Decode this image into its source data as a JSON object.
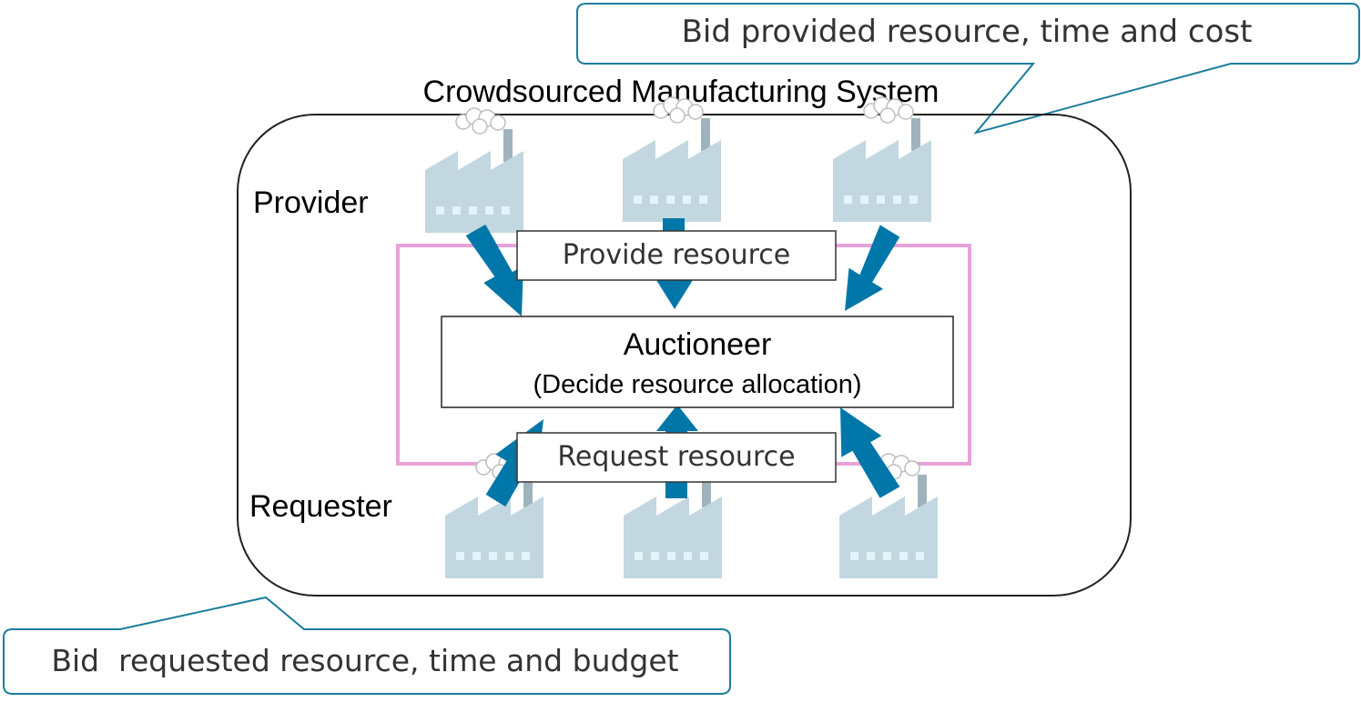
{
  "diagram": {
    "system_title": "Crowdsourced Manufacturing System",
    "provider_label": "Provider",
    "requester_label": "Requester",
    "provide_box_label": "Provide resource",
    "request_box_label": "Request resource",
    "auctioneer": {
      "title": "Auctioneer",
      "subtitle": "(Decide resource allocation)"
    },
    "callouts": {
      "provider_bid": "Bid provided resource, time and cost",
      "requester_bid": "Bid  requested resource, time and budget"
    },
    "providers": [
      "factory-1",
      "factory-2",
      "factory-3"
    ],
    "requesters": [
      "factory-1",
      "factory-2",
      "factory-3"
    ],
    "colors": {
      "arrow": "#0077a8",
      "factory": "#c3d7e0",
      "factory_window": "#e4f4fb",
      "loop": "#e6a3d8",
      "callout_border": "#1a7d9c",
      "cloud": "#bfbfbf",
      "text": "#000000",
      "box_text": "#333333"
    }
  }
}
